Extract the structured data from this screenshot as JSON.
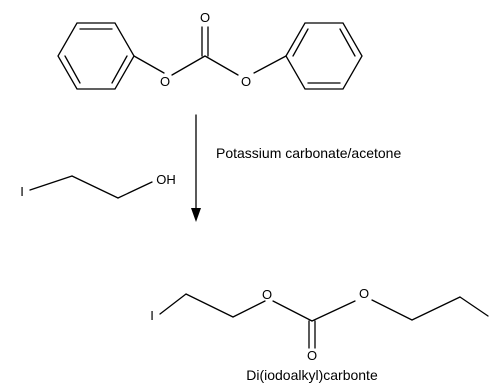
{
  "reagent": {
    "name_label": "",
    "atoms": {
      "carbonyl_o": "O",
      "ester_o_left": "O",
      "ester_o_right": "O"
    }
  },
  "co_reactant": {
    "atoms": {
      "iodine": "I",
      "hydroxyl": "OH"
    }
  },
  "arrow": {
    "conditions": "Potassium carbonate/acetone"
  },
  "product": {
    "atoms": {
      "iodine": "I",
      "ester_o_left": "O",
      "ester_o_right": "O",
      "carbonyl_o": "O"
    },
    "name": "Di(iodoalkyl)carbonte"
  },
  "colors": {
    "ink": "#000000",
    "background": "#ffffff"
  }
}
